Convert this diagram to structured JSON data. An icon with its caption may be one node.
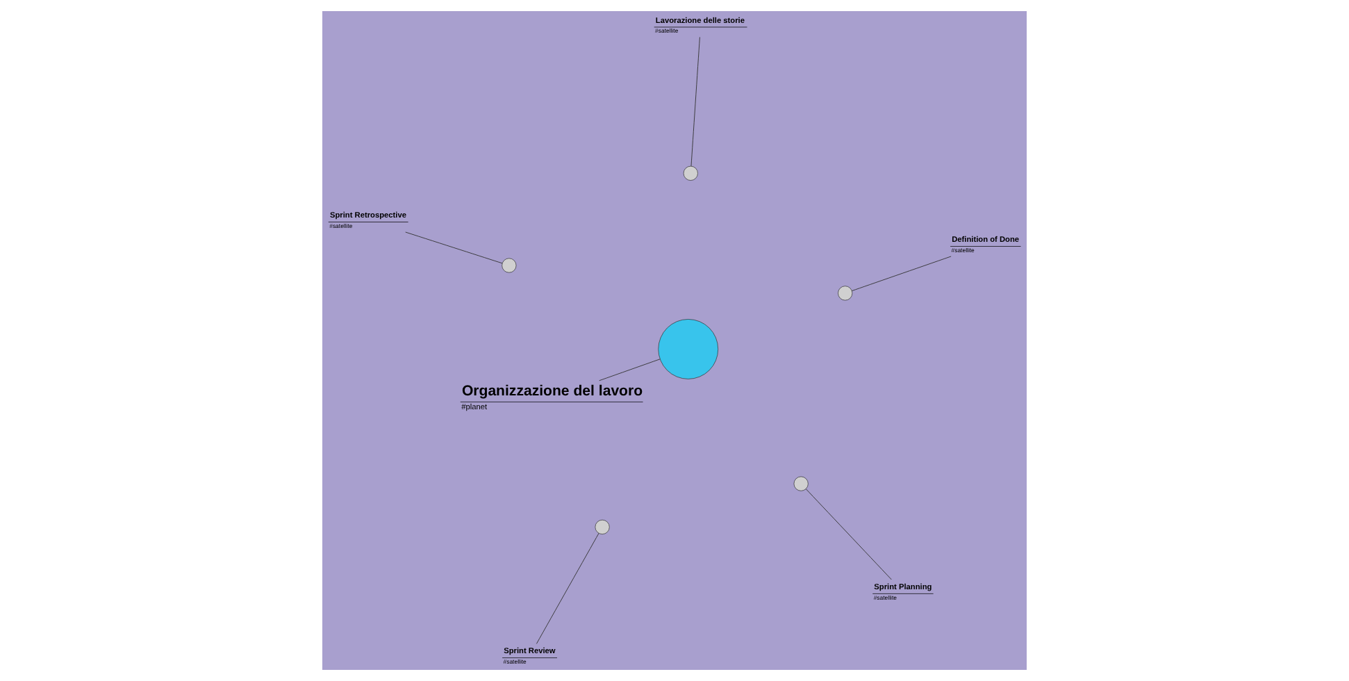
{
  "diagram": {
    "nodes": [
      {
        "text": [
          "Organizzazione del lavoro",
          "#planet"
        ]
      },
      {
        "text": [
          "Definition of Done",
          "#satellite"
        ]
      },
      {
        "text": [],
        "shape": "circle"
      },
      {
        "text": [],
        "shape": "circle"
      },
      {
        "text": [],
        "shape": "circle"
      },
      {
        "text": [
          "Lavorazione delle storie",
          "#satellite"
        ]
      },
      {
        "text": [],
        "shape": "circle"
      },
      {
        "text": [
          "Sprint Review",
          "#satellite"
        ]
      },
      {
        "text": [],
        "shape": "circle"
      },
      {
        "text": [
          "Sprint Planning",
          "#satellite"
        ]
      },
      {
        "text": [],
        "shape": "circle"
      },
      {
        "text": [
          "Sprint Retrospective",
          "#satellite"
        ]
      }
    ],
    "edges": [
      {
        "from": 0,
        "to": 3,
        "arrow": "none"
      },
      {
        "from": 1,
        "to": 2,
        "arrow": "none"
      },
      {
        "from": 5,
        "to": 4,
        "arrow": "none"
      },
      {
        "from": 7,
        "to": 6,
        "arrow": "none"
      },
      {
        "from": 9,
        "to": 8,
        "arrow": "none"
      },
      {
        "from": 11,
        "to": 10,
        "arrow": "none"
      }
    ]
  }
}
